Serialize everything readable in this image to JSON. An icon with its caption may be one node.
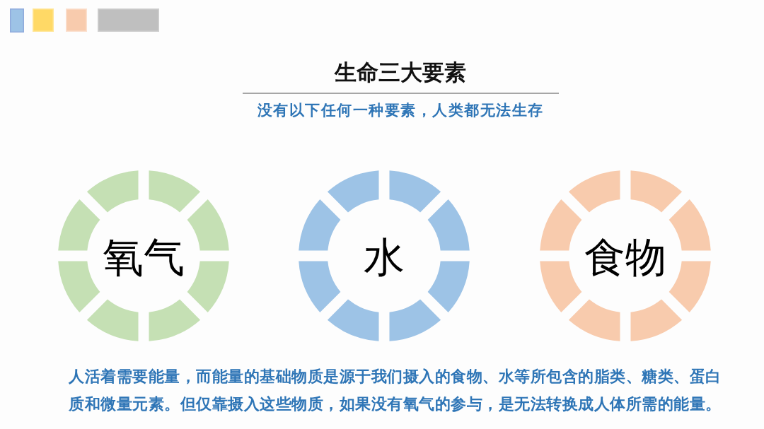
{
  "diagram": {
    "title": "生命三大要素",
    "nodes": [
      {
        "text": [
          "氧气"
        ]
      },
      {
        "text": [
          "水"
        ]
      },
      {
        "text": [
          "食物"
        ]
      }
    ],
    "labels": [
      "没有以下任何一种要素，人类都无法生存",
      "人活着需要能量，而能量的基础物质是源于我们摄入的食物、水等所包含的脂类、糖类、蛋白质和微量元素。但仅靠摄入这些物质，如果没有氧气的参与，是无法转换成人体所需的能量。"
    ]
  }
}
